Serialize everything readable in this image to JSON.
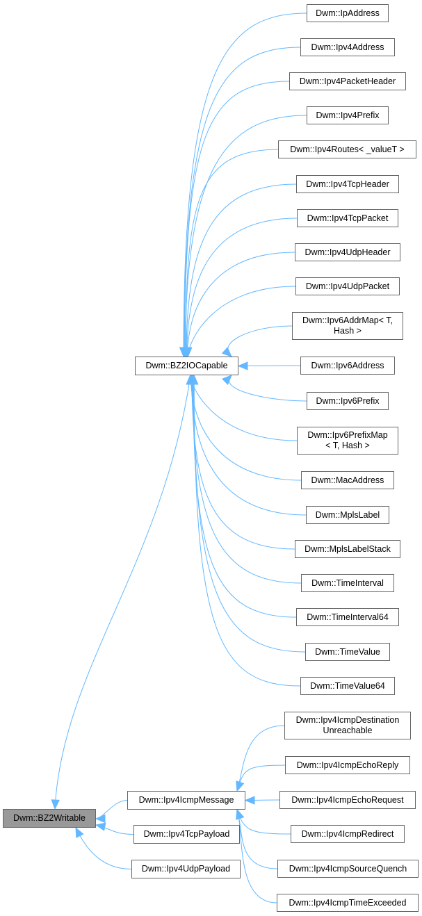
{
  "diagram": {
    "edge_color": "#63b8ff",
    "root_fill": "#999999",
    "node_border": "#666666",
    "root": "Dwm::BZ2Writable",
    "middle": {
      "bz2iocapable": "Dwm::BZ2IOCapable",
      "ipv4icmpmessage": "Dwm::Ipv4IcmpMessage",
      "ipv4tcppayload": "Dwm::Ipv4TcpPayload",
      "ipv4udppayload": "Dwm::Ipv4UdpPayload"
    },
    "bz2iocapable_children": [
      "Dwm::IpAddress",
      "Dwm::Ipv4Address",
      "Dwm::Ipv4PacketHeader",
      "Dwm::Ipv4Prefix",
      "Dwm::Ipv4Routes< _valueT >",
      "Dwm::Ipv4TcpHeader",
      "Dwm::Ipv4TcpPacket",
      "Dwm::Ipv4UdpHeader",
      "Dwm::Ipv4UdpPacket",
      "Dwm::Ipv6AddrMap< T,\nHash >",
      "Dwm::Ipv6Address",
      "Dwm::Ipv6Prefix",
      "Dwm::Ipv6PrefixMap\n< T, Hash >",
      "Dwm::MacAddress",
      "Dwm::MplsLabel",
      "Dwm::MplsLabelStack",
      "Dwm::TimeInterval",
      "Dwm::TimeInterval64",
      "Dwm::TimeValue",
      "Dwm::TimeValue64"
    ],
    "ipv4icmpmessage_children": [
      "Dwm::Ipv4IcmpDestination\nUnreachable",
      "Dwm::Ipv4IcmpEchoReply",
      "Dwm::Ipv4IcmpEchoRequest",
      "Dwm::Ipv4IcmpRedirect",
      "Dwm::Ipv4IcmpSourceQuench",
      "Dwm::Ipv4IcmpTimeExceeded"
    ]
  }
}
